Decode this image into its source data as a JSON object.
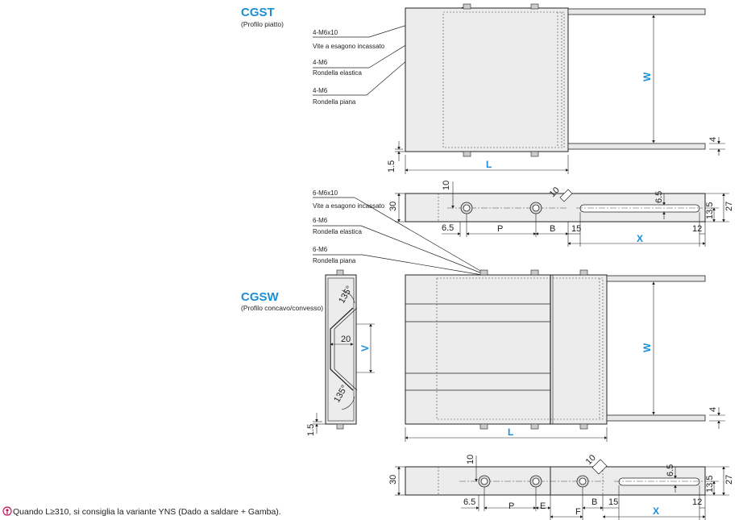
{
  "cgst": {
    "title": "CGST",
    "subtitle": "(Profilo piatto)",
    "callouts": [
      "4-M6x10",
      "Vite a esagono incassato",
      "4-M6",
      "Rondella elastica",
      "4-M6",
      "Rondella piana"
    ],
    "dims": {
      "w": "W",
      "four": "4",
      "one_five": "1.5",
      "l": "L"
    }
  },
  "mid_bar": {
    "callouts": [
      "6-M6x10",
      "Vite a esagono incassato",
      "6-M6",
      "Rondella elastica",
      "6-M6",
      "Rondella piana"
    ],
    "dims": {
      "thirty": "30",
      "ten": "10",
      "ten_diag": "10",
      "six_five": "6.5",
      "p": "P",
      "b": "B",
      "fifteen": "15",
      "x": "X",
      "slot": "6.5",
      "twelve": "12",
      "thirteen_five": "13.5",
      "twentyseven": "27"
    }
  },
  "cgsw": {
    "title": "CGSW",
    "subtitle": "(Profilo concavo/convesso)",
    "dims": {
      "angle_top": "135°",
      "angle_bot": "135°",
      "twenty": "20",
      "v": "V",
      "one_five": "1.5",
      "w": "W",
      "four": "4",
      "l": "L"
    }
  },
  "bottom_bar": {
    "dims": {
      "thirty": "30",
      "ten": "10",
      "ten_diag": "10",
      "six_five": "6.5",
      "p": "P",
      "e": "E",
      "f": "F",
      "b": "B",
      "fifteen": "15",
      "x": "X",
      "slot": "6.5",
      "twelve": "12",
      "thirteen_five": "13.5",
      "twentyseven": "27"
    }
  },
  "note": {
    "text": "Quando L≥310, si consiglia la variante YNS (Dado a saldare + Gamba)."
  }
}
